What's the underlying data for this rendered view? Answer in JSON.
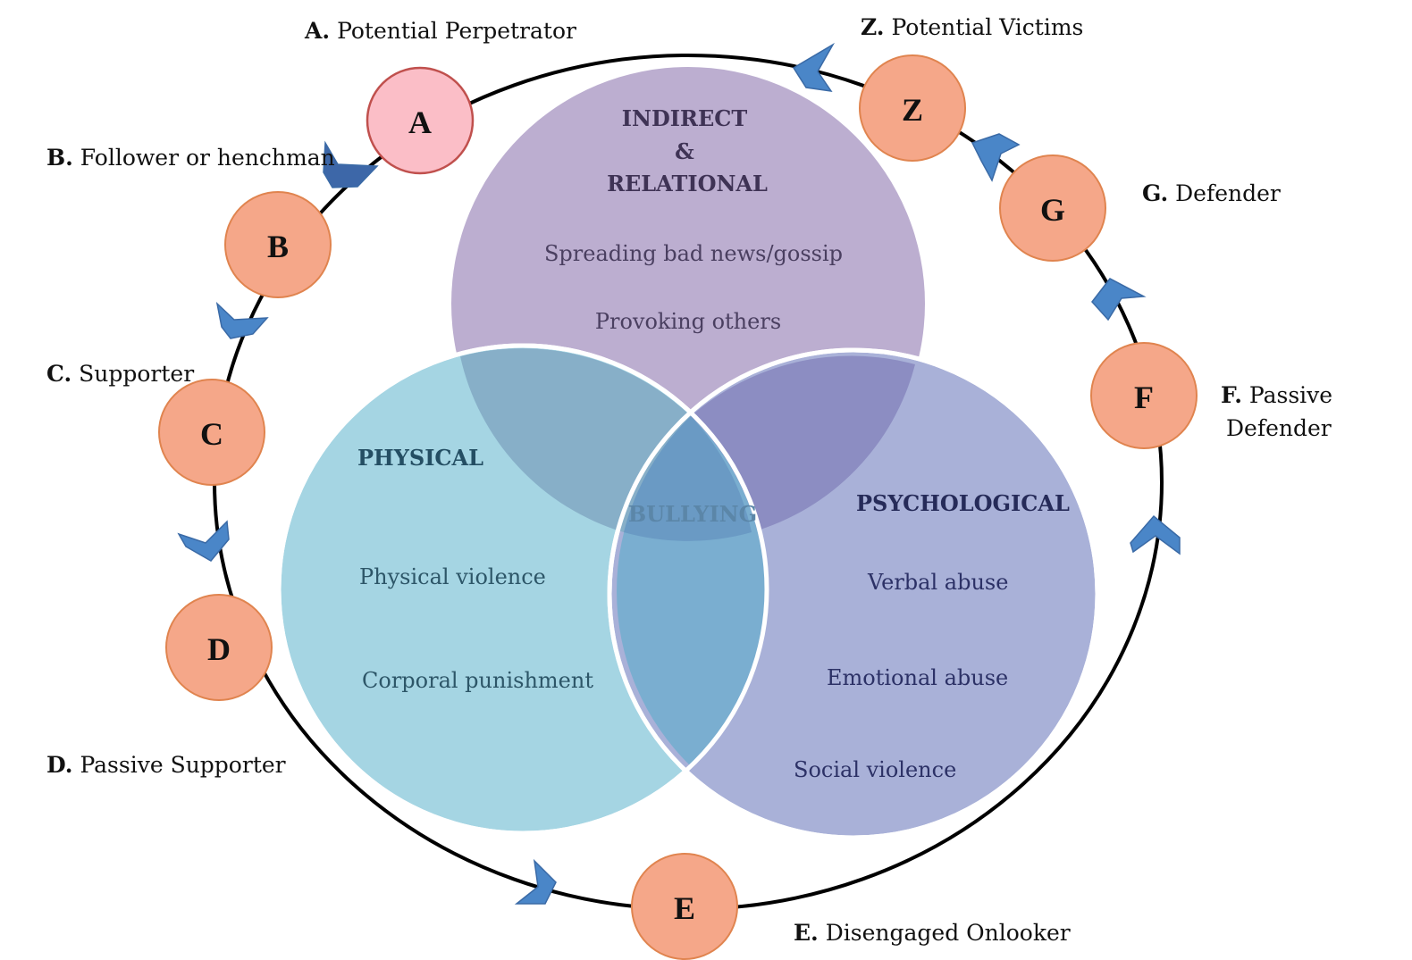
{
  "colors": {
    "ring": "#000000",
    "node_fill": "#f5a789",
    "node_stroke": "#e0844f",
    "highlight_fill": "#fbbec7",
    "highlight_stroke": "#c0504d",
    "arrow": "#4a86c8",
    "arrow_dark": "#3a5f9e",
    "indirect_circle": "#bcaed0",
    "physical_circle": "#a5d5e3",
    "psychological_circle": "#a9b1d8",
    "title_indirect": "#3f3355",
    "title_physical": "#244e63",
    "title_psych": "#262b59"
  },
  "roles": {
    "A": {
      "code": "A.",
      "name": "Potential Perpetrator",
      "letter": "A"
    },
    "B": {
      "code": "B.",
      "name": "Follower or henchman",
      "letter": "B"
    },
    "C": {
      "code": "C.",
      "name": "Supporter",
      "letter": "C"
    },
    "D": {
      "code": "D.",
      "name": "Passive Supporter",
      "letter": "D"
    },
    "E": {
      "code": "E.",
      "name": "Disengaged Onlooker",
      "letter": "E"
    },
    "F": {
      "code": "F.",
      "name_line1": "Passive",
      "name_line2": "Defender",
      "letter": "F"
    },
    "G": {
      "code": "G.",
      "name": "Defender",
      "letter": "G"
    },
    "Z": {
      "code": "Z.",
      "name": "Potential Victims",
      "letter": "Z"
    }
  },
  "venn": {
    "indirect": {
      "title_line1": "INDIRECT",
      "title_line2": "&",
      "title_line3": "RELATIONAL",
      "items": [
        "Spreading bad news/gossip",
        "Provoking others"
      ]
    },
    "physical": {
      "title": "PHYSICAL",
      "items": [
        "Physical violence",
        "Corporal punishment"
      ]
    },
    "psychological": {
      "title": "PSYCHOLOGICAL",
      "items": [
        "Verbal abuse",
        "Emotional abuse",
        "Social violence"
      ]
    },
    "center": "BULLYING"
  }
}
